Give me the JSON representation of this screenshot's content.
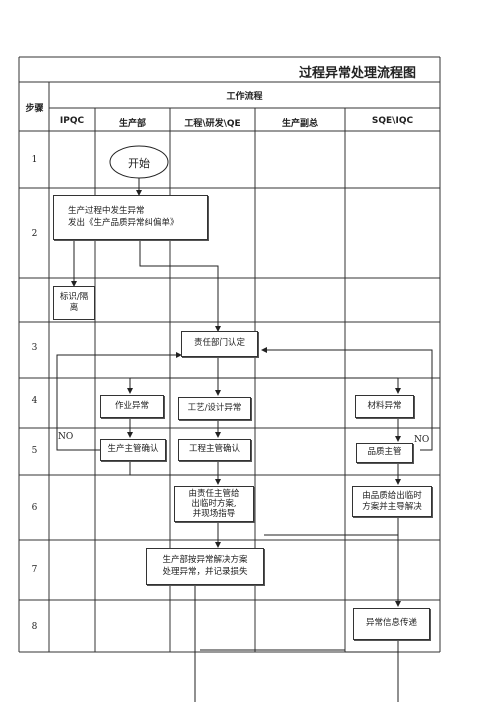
{
  "title": "过程异常处理流程图",
  "header": {
    "step_label": "步骤",
    "workflow_label": "工作流程",
    "columns": [
      "IPQC",
      "生产部",
      "工程\\研发\\QE",
      "生产副总",
      "SQE\\IQC"
    ]
  },
  "steps": [
    "1",
    "2",
    "3",
    "4",
    "5",
    "6",
    "7",
    "8"
  ],
  "nodes": {
    "start": "开始",
    "abnormal_found": "生产过程中发生异常\n发出《生产品质异常纠偏单》",
    "mark_isolate": "标识/隔\n离",
    "responsible_confirm": "责任部门认定",
    "operation_abnormal": "作业异常",
    "process_design_abnormal": "工艺/设计异常",
    "material_abnormal": "材料异常",
    "prod_supervisor_confirm": "生产主管确认",
    "eng_supervisor_confirm": "工程主管确认",
    "quality_supervisor": "品质主管",
    "temp_solution_eng": "由责任主管给\n出临时方案,\n并现场指导",
    "temp_solution_quality": "由品质给出临时\n方案并主导解决",
    "prod_handle": "生产部按异常解决方案\n处理异常，并记录损失",
    "info_transfer": "异常信息传递"
  },
  "labels": {
    "no_left": "NO",
    "no_right": "NO"
  }
}
